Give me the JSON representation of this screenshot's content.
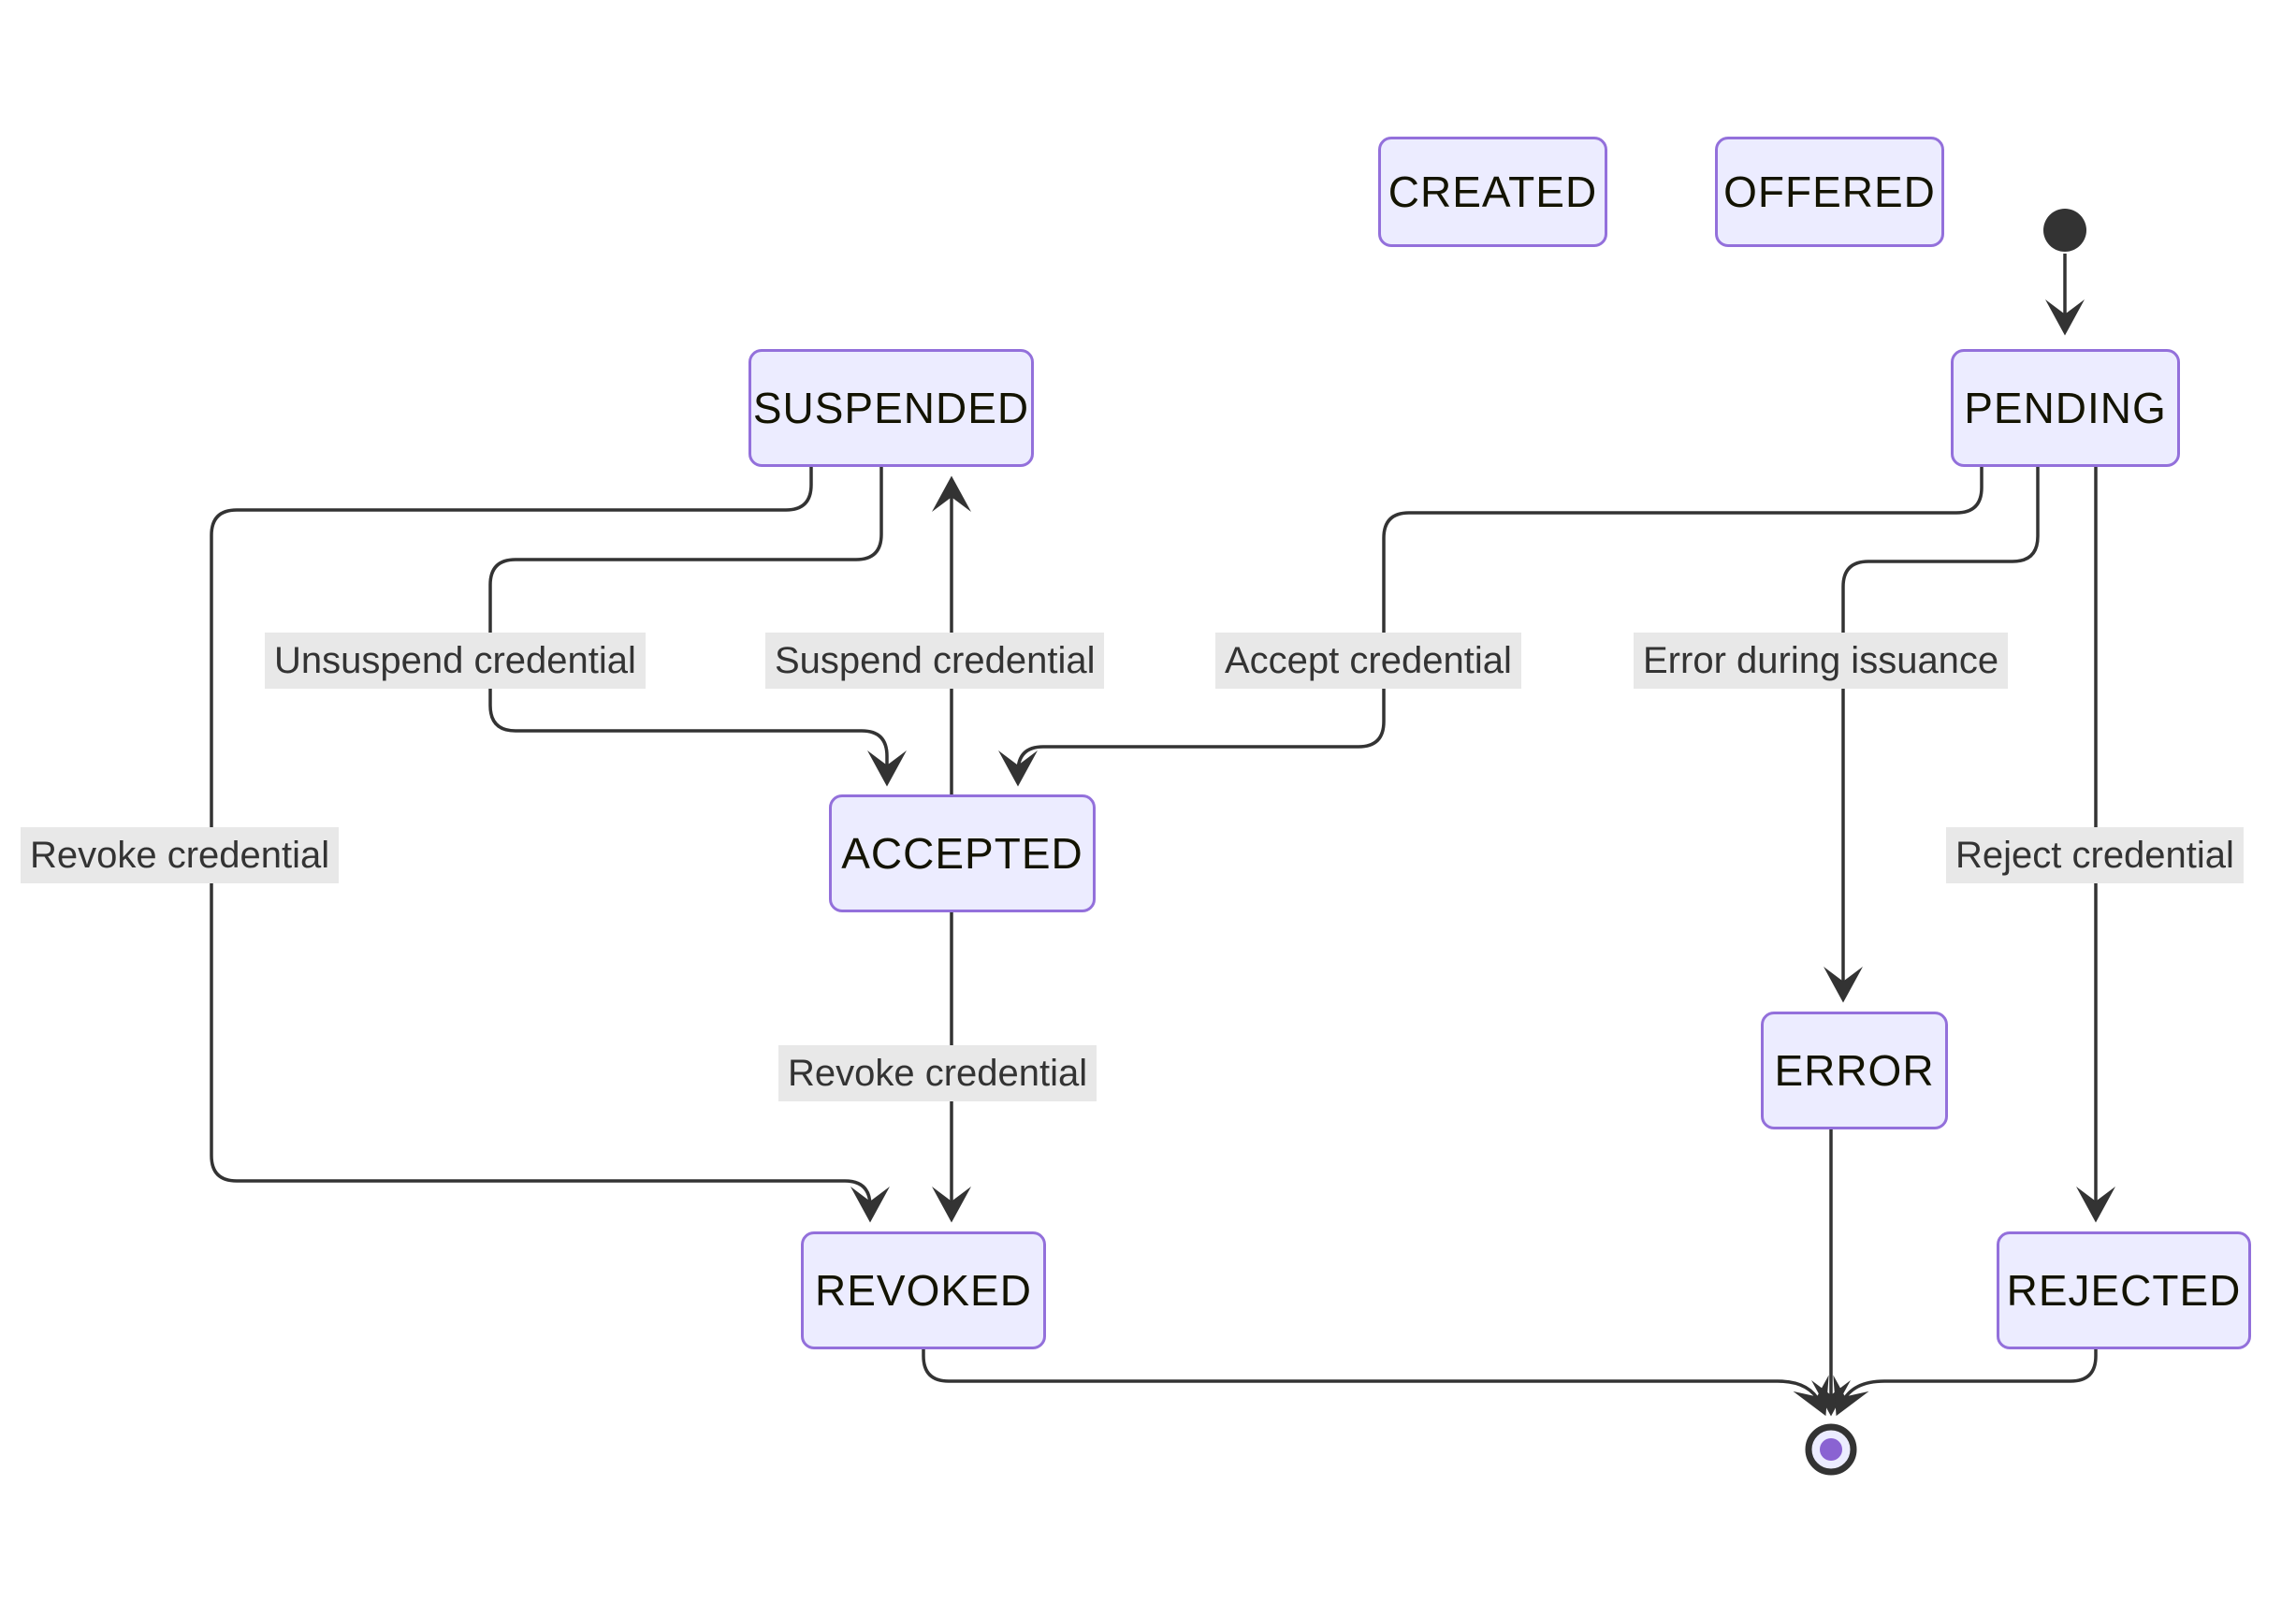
{
  "diagram": {
    "kind": "state-diagram",
    "colors": {
      "background": "#ffffff",
      "node_fill": "#ECECFF",
      "node_border": "#9370DB",
      "node_text": "#131300",
      "edge": "#333333",
      "edge_label_bg": "#e8e8e8",
      "edge_label_text": "#333333",
      "initial_state_fill": "#333333",
      "final_state_dot": "#8a63d2"
    },
    "states": [
      {
        "id": "created",
        "label": "CREATED"
      },
      {
        "id": "offered",
        "label": "OFFERED"
      },
      {
        "id": "pending",
        "label": "PENDING"
      },
      {
        "id": "suspended",
        "label": "SUSPENDED"
      },
      {
        "id": "accepted",
        "label": "ACCEPTED"
      },
      {
        "id": "error",
        "label": "ERROR"
      },
      {
        "id": "revoked",
        "label": "REVOKED"
      },
      {
        "id": "rejected",
        "label": "REJECTED"
      }
    ],
    "transitions": [
      {
        "from": "start",
        "to": "PENDING",
        "label": ""
      },
      {
        "from": "PENDING",
        "to": "ACCEPTED",
        "label": "Accept credential"
      },
      {
        "from": "PENDING",
        "to": "ERROR",
        "label": "Error during issuance"
      },
      {
        "from": "PENDING",
        "to": "REJECTED",
        "label": "Reject credential"
      },
      {
        "from": "SUSPENDED",
        "to": "ACCEPTED",
        "label": "Unsuspend credential"
      },
      {
        "from": "ACCEPTED",
        "to": "SUSPENDED",
        "label": "Suspend credential"
      },
      {
        "from": "SUSPENDED",
        "to": "REVOKED",
        "label": "Revoke credential"
      },
      {
        "from": "ACCEPTED",
        "to": "REVOKED",
        "label": "Revoke credential"
      },
      {
        "from": "ERROR",
        "to": "end",
        "label": ""
      },
      {
        "from": "REJECTED",
        "to": "end",
        "label": ""
      },
      {
        "from": "REVOKED",
        "to": "end",
        "label": ""
      }
    ]
  }
}
